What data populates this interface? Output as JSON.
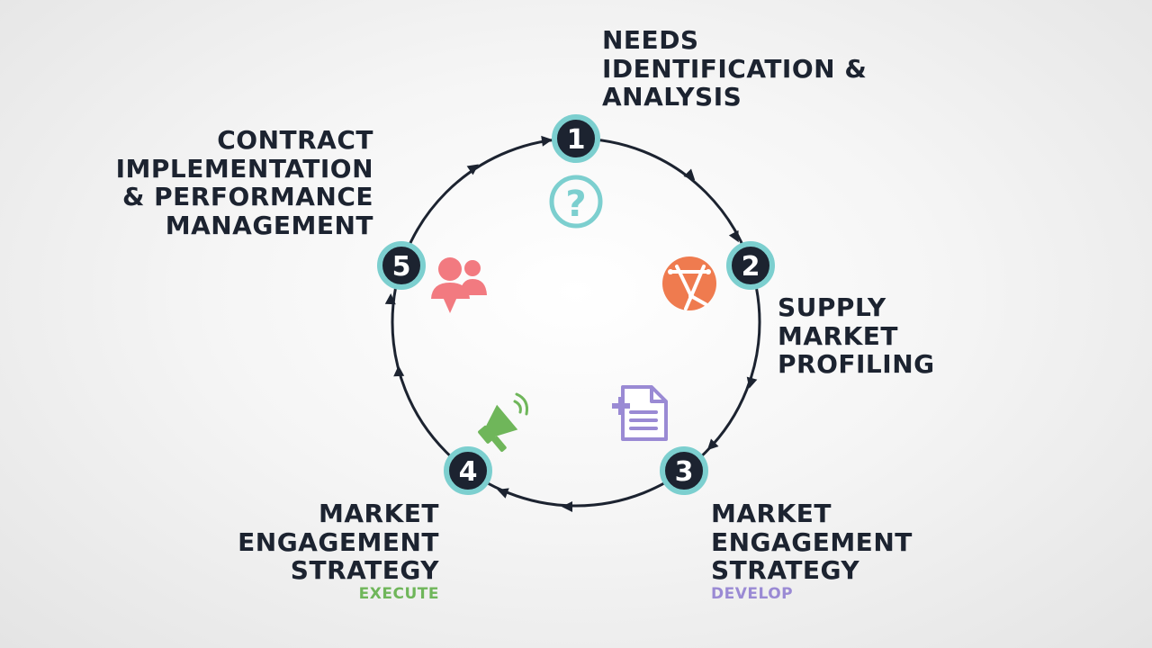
{
  "colors": {
    "ring": "#1c2330",
    "badge_fill": "#1c2330",
    "badge_border": "#7ccfcf",
    "needs_icon": "#7ccfcf",
    "supply_icon": "#ef7b4f",
    "develop_icon": "#9a8ad4",
    "execute_icon": "#6fb65a",
    "contract_icon": "#f27a80"
  },
  "stages": [
    {
      "number": "1",
      "title_lines": [
        "NEEDS",
        "IDENTIFICATION &",
        "ANALYSIS"
      ],
      "subtitle": "",
      "icon": "question-mark-icon"
    },
    {
      "number": "2",
      "title_lines": [
        "SUPPLY",
        "MARKET",
        "PROFILING"
      ],
      "subtitle": "",
      "icon": "globe-network-icon"
    },
    {
      "number": "3",
      "title_lines": [
        "MARKET",
        "ENGAGEMENT",
        "STRATEGY"
      ],
      "subtitle": "DEVELOP",
      "icon": "add-document-icon"
    },
    {
      "number": "4",
      "title_lines": [
        "MARKET",
        "ENGAGEMENT",
        "STRATEGY"
      ],
      "subtitle": "EXECUTE",
      "icon": "megaphone-icon"
    },
    {
      "number": "5",
      "title_lines": [
        "CONTRACT",
        "IMPLEMENTATION",
        "& PERFORMANCE",
        "MANAGEMENT"
      ],
      "subtitle": "",
      "icon": "people-icon"
    }
  ]
}
